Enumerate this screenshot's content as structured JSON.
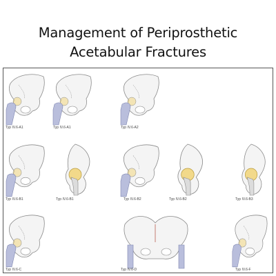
{
  "title": {
    "line1": "Management of Periprosthetic",
    "line2": "Acetabular Fractures"
  },
  "colors": {
    "bone_fill": "#f4f4f4",
    "bone_stroke": "#8a8a8a",
    "femur_fill": "#b9bedc",
    "implant_fill": "#f2d98a",
    "fracture_line": "#b04a3a"
  },
  "figures": [
    {
      "id": "a1-1",
      "caption": "Typ IV.6-A1",
      "view": "ap"
    },
    {
      "id": "a1-2",
      "caption": "Typ IV.6-A1",
      "view": "ap"
    },
    {
      "id": "a2",
      "caption": "Typ IV.6-A2",
      "view": "ap"
    },
    {
      "id": "b1-1",
      "caption": "Typ IV.6-B1",
      "view": "ap"
    },
    {
      "id": "b1-2",
      "caption": "Typ IV.6-B1",
      "view": "oblique"
    },
    {
      "id": "b2-1",
      "caption": "Typ IV.6-B2",
      "view": "ap"
    },
    {
      "id": "b2-2",
      "caption": "Typ IV.6-B2",
      "view": "oblique"
    },
    {
      "id": "b3",
      "caption": "Typ IV.6-B3",
      "view": "oblique"
    },
    {
      "id": "c",
      "caption": "Typ IV.6-C",
      "view": "ap"
    },
    {
      "id": "d",
      "caption": "Typ IV.6-D",
      "view": "pelvis"
    },
    {
      "id": "f",
      "caption": "Typ IV.6-F",
      "view": "ap"
    }
  ]
}
